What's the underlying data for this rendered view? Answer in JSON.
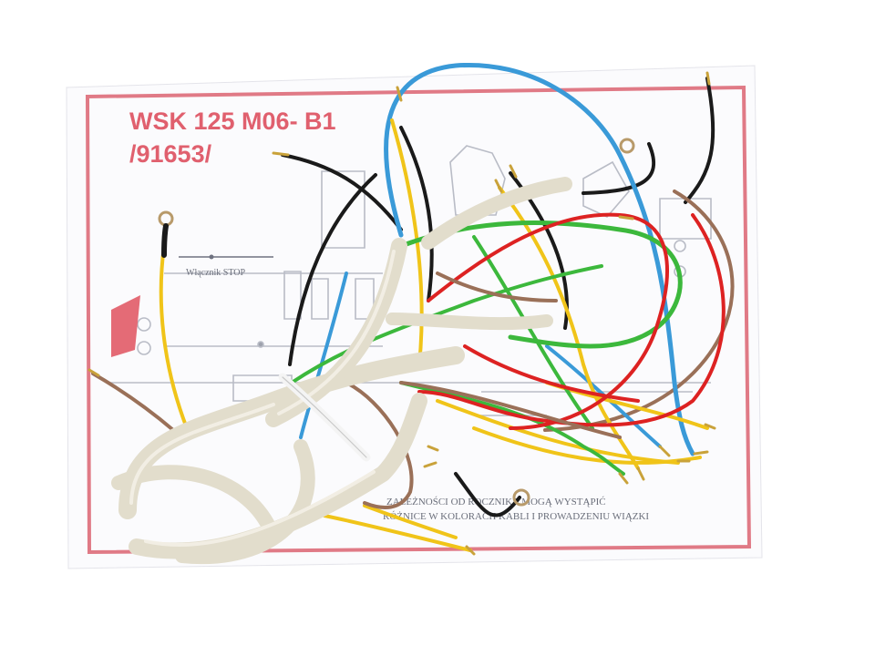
{
  "sheet": {
    "title_line1": "WSK 125 M06- B1",
    "title_line2": "/91653/",
    "switch_label": "Włącznik STOP",
    "note_line1": "ZALEŻNOŚCI OD ROCZNIKA MOGĄ WYSTĄPIĆ",
    "note_line2": "RÓŻNICE W KOLORACH KABLI I PROWADZENIU WIĄZKI",
    "colors": {
      "frame": "#e07a86",
      "title": "#e0606e",
      "paper": "#fbfbfd",
      "diagram": "#b9bcc6"
    }
  },
  "harness": {
    "sleeve_color": "#e2ddcc",
    "wire_colors": {
      "blue": "#3a9ad8",
      "black": "#1a1a1a",
      "yellow": "#f0c419",
      "green": "#3cb83c",
      "red": "#dd2222",
      "brown": "#9a7058",
      "white": "#f4f4f4"
    }
  }
}
